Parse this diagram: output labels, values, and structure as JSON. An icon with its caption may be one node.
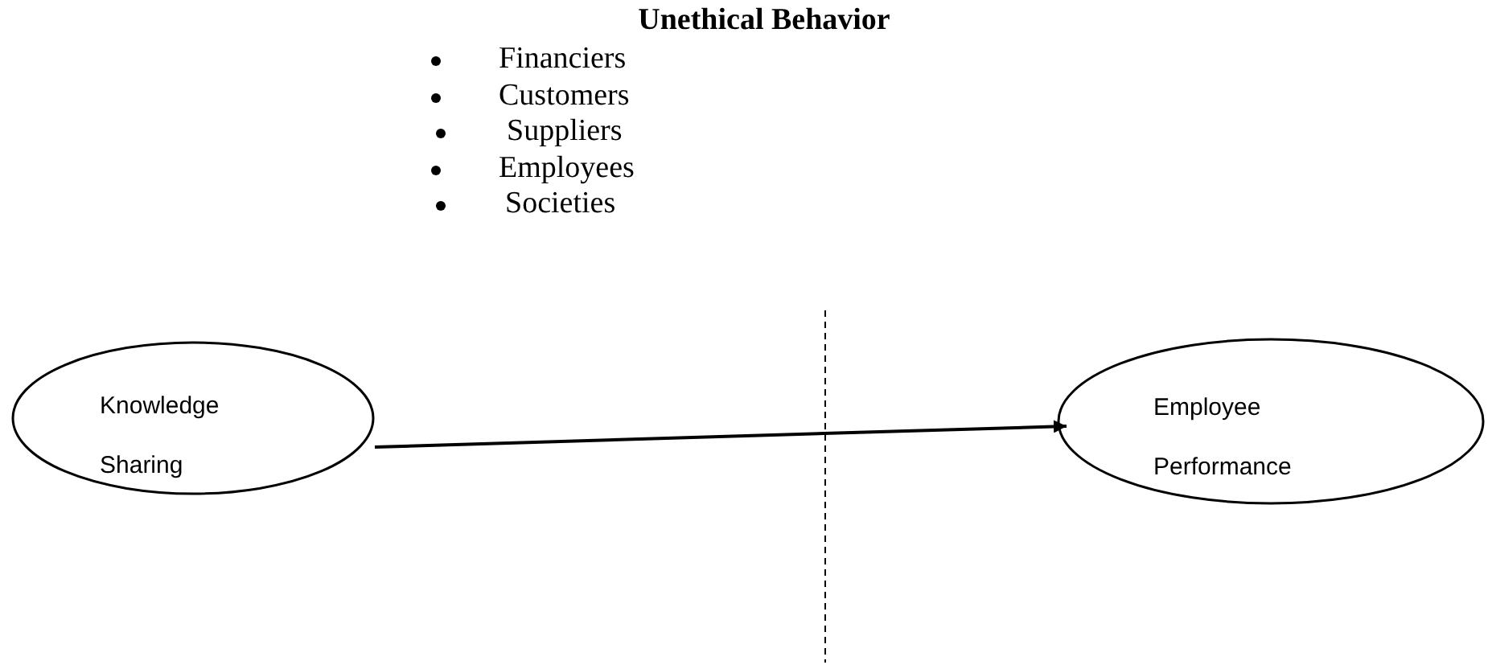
{
  "diagram": {
    "nodes": [
      {
        "text": [
          "Unethical Behavior",
          "Financiers",
          "Customers",
          "Suppliers",
          "Employees",
          "Societies"
        ]
      },
      {
        "text": [
          "Knowledge Sharing"
        ]
      },
      {
        "text": [
          "Employee Performance"
        ]
      }
    ],
    "edges": [
      {
        "from": 1,
        "to": 2,
        "arrow": "to"
      },
      {
        "from": 0,
        "to": null,
        "arrow": "none",
        "style": "dashed"
      }
    ]
  }
}
